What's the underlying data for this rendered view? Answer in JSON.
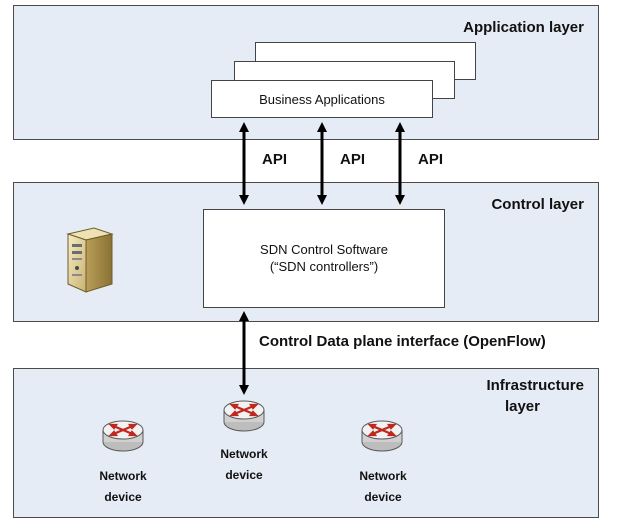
{
  "layers": {
    "application": {
      "title": "Application layer"
    },
    "control": {
      "title": "Control layer"
    },
    "infrastructure": {
      "title_line1": "Infrastructure",
      "title_line2": "layer"
    }
  },
  "business_apps": {
    "label": "Business Applications"
  },
  "api_labels": [
    "API",
    "API",
    "API"
  ],
  "sdn": {
    "line1": "SDN Control Software",
    "line2": "(“SDN controllers”)"
  },
  "interface_label": "Control Data plane interface (OpenFlow)",
  "devices": [
    {
      "line1": "Network",
      "line2": "device"
    },
    {
      "line1": "Network",
      "line2": "device"
    },
    {
      "line1": "Network",
      "line2": "device"
    }
  ],
  "icons": {
    "server": "server-tower-icon",
    "router": "router-icon"
  },
  "colors": {
    "layer_fill": "#e6ecf5",
    "router_arrows": "#c0281e"
  }
}
